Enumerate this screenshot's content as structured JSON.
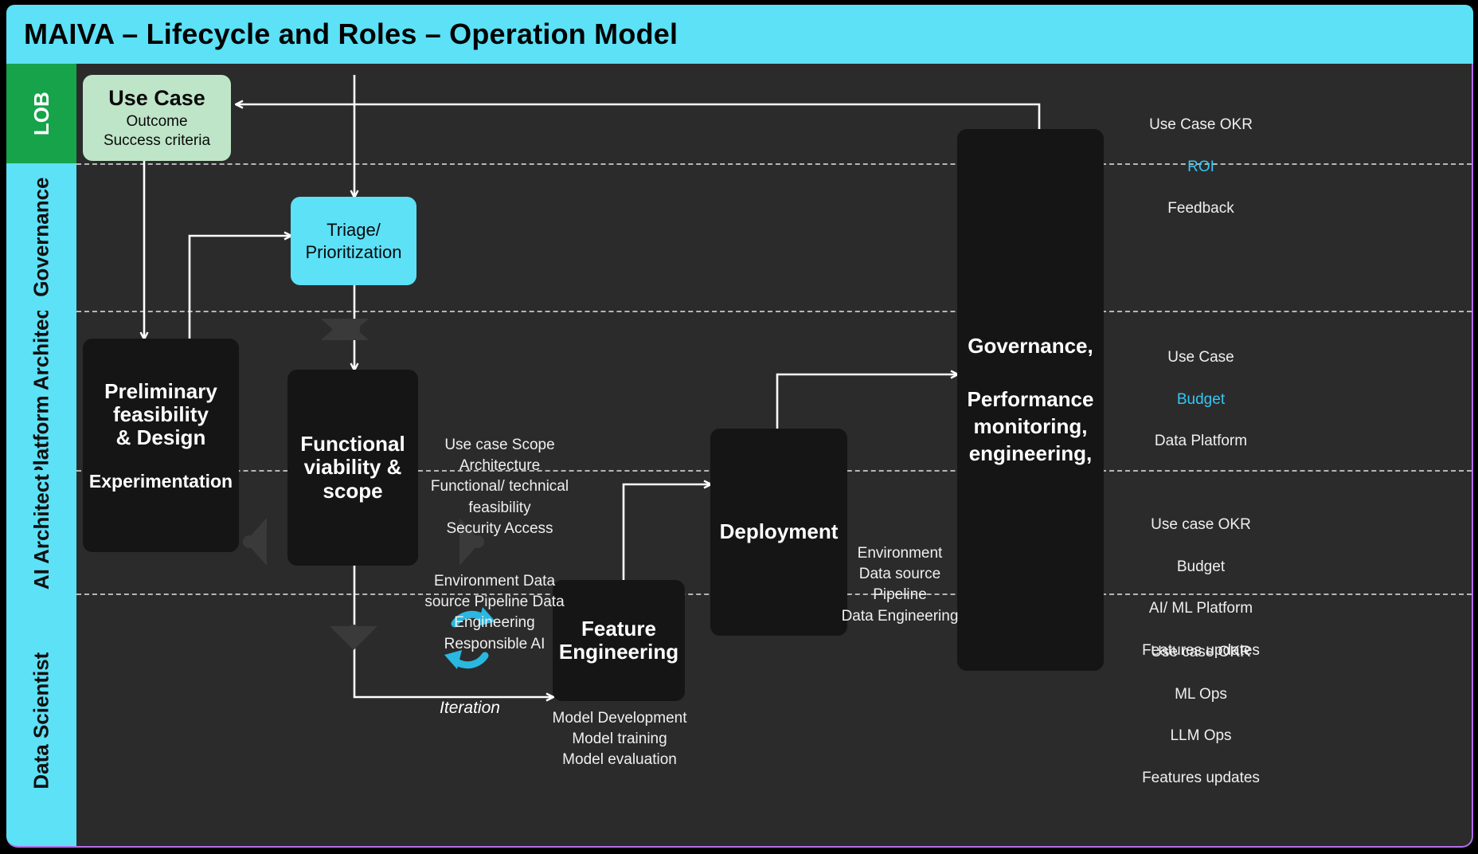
{
  "header": {
    "title": "MAIVA – Lifecycle and Roles – Operation Model"
  },
  "lanes": [
    {
      "label": "LOB"
    },
    {
      "label": "Governance"
    },
    {
      "label": "Platform\nArchitect"
    },
    {
      "label": "AI Architect"
    },
    {
      "label": "Data\nScientist"
    }
  ],
  "nodes": {
    "use_case": {
      "title": "Use Case",
      "line1": "Outcome",
      "line2": "Success criteria"
    },
    "triage": {
      "line1": "Triage/",
      "line2": "Prioritization"
    },
    "feasibility": {
      "title": "Preliminary\nfeasibility\n& Design",
      "sub": "Experimentation"
    },
    "viability": {
      "title": "Functional\nviability &\nscope"
    },
    "feature_eng": {
      "title": "Feature\nEngineering"
    },
    "deployment": {
      "title": "Deployment"
    },
    "governance": {
      "title": "Governance,\n\nPerformance\nmonitoring,\nengineering,"
    }
  },
  "annotations": {
    "scope": "Use case Scope\nArchitecture\nFunctional/ technical\nfeasibility\nSecurity Access",
    "environment": "Environment Data\nsource Pipeline Data\nEngineering\nResponsible AI",
    "model": "Model Development\nModel training\nModel evaluation",
    "deploy_env": "Environment\nData source\nPipeline\nData Engineering",
    "iteration": "Iteration"
  },
  "right_column": [
    {
      "lines": [
        "Use Case OKR",
        "ROI",
        "Feedback"
      ],
      "accent_index": 1
    },
    {
      "lines": [
        "Use Case",
        "Budget",
        "Data Platform"
      ],
      "accent_index": 1
    },
    {
      "lines": [
        "Use case OKR",
        "Budget",
        "AI/ ML Platform",
        "Features updates"
      ],
      "accent_index": -1
    },
    {
      "lines": [
        "Use case OKR",
        "ML Ops",
        "LLM Ops",
        "Features updates"
      ],
      "accent_index": -1
    }
  ],
  "colors": {
    "title_bar": "#5CE1F7",
    "lob_lane": "#16A34A",
    "role_lane": "#5CE1F7",
    "canvas": "#2B2B2B",
    "node_dark": "#151515",
    "use_case_node": "#BFE5C8",
    "triage_node": "#5CE1F7",
    "accent_text": "#35C6F4",
    "border": "#B46EE8",
    "connector": "#FFFFFF"
  }
}
